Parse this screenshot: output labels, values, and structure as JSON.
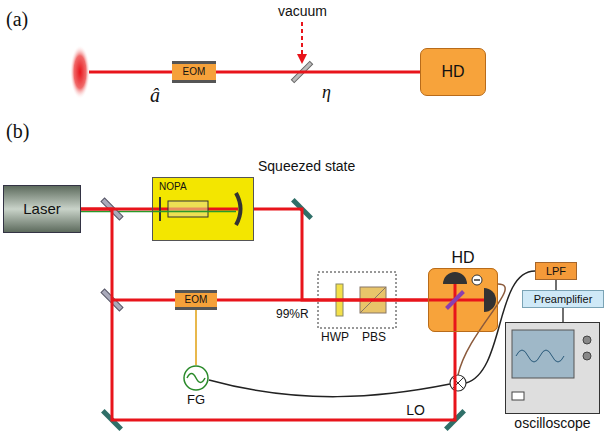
{
  "diagram": {
    "nodes": [
      {
        "text": [
          "EOM"
        ]
      },
      {
        "text": [
          "HD"
        ]
      },
      {
        "text": [
          "Laser"
        ]
      },
      {
        "text": [
          "NOPA"
        ]
      },
      {
        "text": [
          "EOM"
        ]
      },
      {
        "text": [
          "HD"
        ]
      },
      {
        "text": [
          "FG"
        ]
      },
      {
        "text": [
          "LPF"
        ]
      },
      {
        "text": [
          "Preamplifier"
        ]
      },
      {
        "text": [
          "oscilloscope"
        ]
      }
    ],
    "edges": [
      {
        "from": 0,
        "to": 1,
        "arrow": "none"
      },
      {
        "from": 2,
        "to": 3,
        "arrow": "none"
      },
      {
        "from": 3,
        "to": 5,
        "arrow": "none"
      },
      {
        "from": 4,
        "to": 5,
        "arrow": "none"
      },
      {
        "from": 6,
        "to": 4,
        "arrow": "none"
      },
      {
        "from": 2,
        "to": 5,
        "label": "LO",
        "arrow": "none"
      },
      {
        "from": 7,
        "to": 8,
        "arrow": "none"
      },
      {
        "from": 8,
        "to": 9,
        "arrow": "none"
      }
    ],
    "labels": [
      "(a)",
      "â",
      "vacuum",
      "η",
      "(b)",
      "Squeezed state",
      "99%R",
      "HWP",
      "PBS"
    ]
  }
}
